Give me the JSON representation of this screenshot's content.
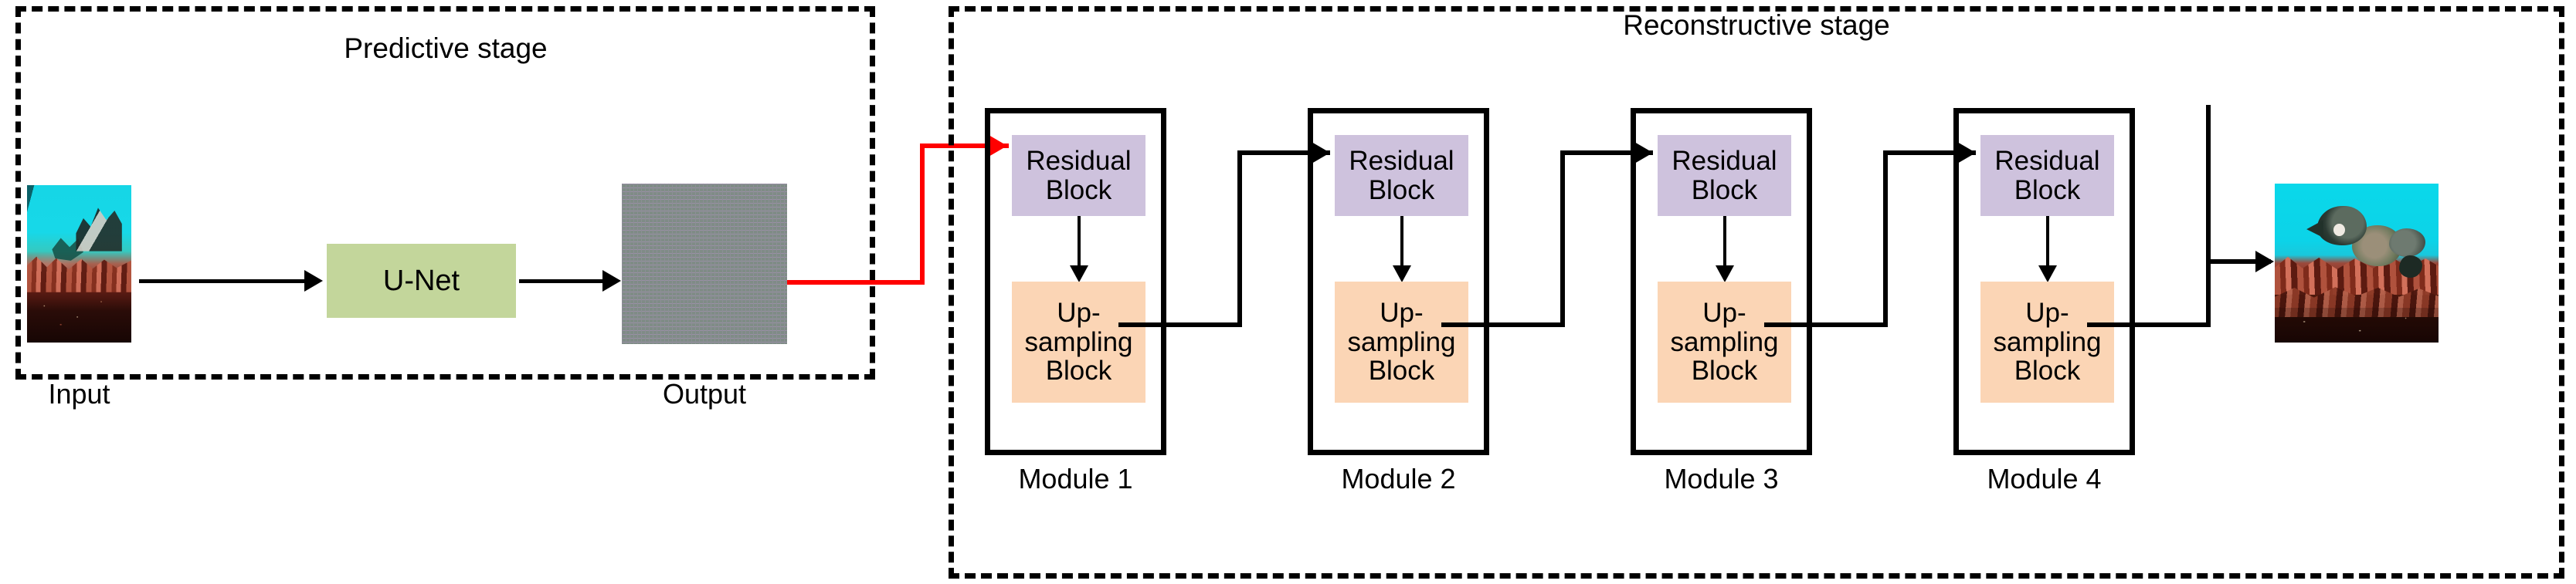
{
  "stages": {
    "predictive": {
      "title": "Predictive stage"
    },
    "reconstructive": {
      "title": "Reconstructive stage"
    }
  },
  "predictive": {
    "input_label": "Input",
    "output_label": "Output",
    "network_label": "U-Net",
    "input_image_alt": "degraded underwater scene",
    "output_image_alt": "noise residual map"
  },
  "reconstructive": {
    "modules": [
      {
        "label": "Module 1",
        "residual_label": "Residual\nBlock",
        "upsample_label": "Up-\nsampling\nBlock"
      },
      {
        "label": "Module 2",
        "residual_label": "Residual\nBlock",
        "upsample_label": "Up-\nsampling\nBlock"
      },
      {
        "label": "Module 3",
        "residual_label": "Residual\nBlock",
        "upsample_label": "Up-\nsampling\nBlock"
      },
      {
        "label": "Module 4",
        "residual_label": "Residual\nBlock",
        "upsample_label": "Up-\nsampling\nBlock"
      }
    ],
    "final_image_alt": "restored underwater scene with fish and coral"
  },
  "colors": {
    "residual_block": "#cec2dd",
    "upsample_block": "#fbd5b5",
    "unet_block": "#c3d69b",
    "skip_arrow": "#ff0000",
    "flow_arrow": "#000000",
    "panel_border": "#000000"
  }
}
